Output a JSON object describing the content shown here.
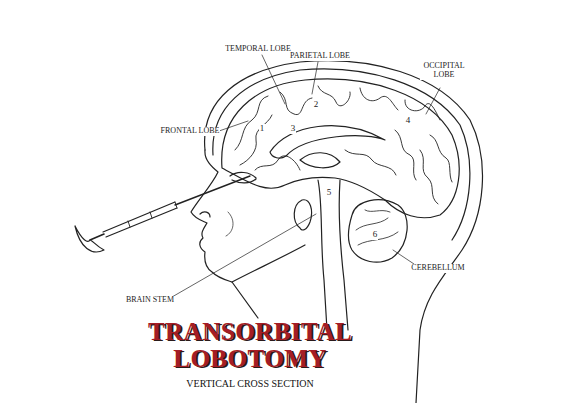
{
  "diagram": {
    "title": "TRANSORBITAL LOBOTOMY",
    "caption": "VERTICAL CROSS SECTION",
    "labels": [
      "TEMPORAL LOBE",
      "PARIETAL LOBE",
      "OCCIPITAL LOBE",
      "FRONTAL LOBE",
      "BRAIN STEM",
      "CEREBELLUM",
      "1",
      "2",
      "3",
      "4",
      "5",
      "6"
    ]
  }
}
